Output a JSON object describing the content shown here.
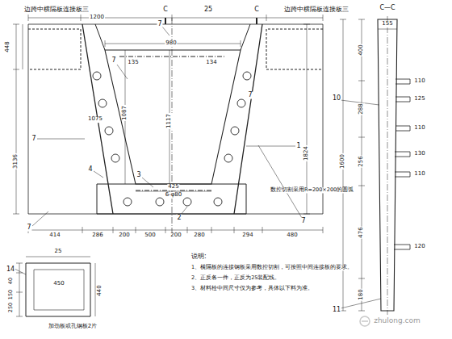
{
  "diagram": {
    "labels": [
      "边跨中横隔板连接板三",
      "边跨中横隔板连接板三",
      "C",
      "25",
      "C",
      "1200",
      "448",
      "980",
      "135",
      "134",
      "1087",
      "1117",
      "1824",
      "3136",
      "1075",
      "425",
      "6-φ80",
      "414",
      "286",
      "200",
      "500",
      "200",
      "280",
      "294",
      "480",
      "7",
      "7",
      "7",
      "7",
      "7",
      "7",
      "1",
      "4",
      "3",
      "2",
      "C—C",
      "155",
      "400",
      "288",
      "256",
      "476",
      "180",
      "1600",
      "110",
      "125",
      "110",
      "130",
      "110",
      "120",
      "10",
      "11",
      "数控切割采用R=200×200的圆弧",
      "14",
      "25",
      "450",
      "440",
      "40",
      "150",
      "250",
      "加劲板或孔钢板2片",
      "说明:",
      "1、横隔板的连接钢板采用数控切割，可按照中间连接板的要求。",
      "2、正反各一件，正反为25装配线。",
      "3、材料栓中间尺寸仅为参考，具体以下料为准。",
      "zhulong.com"
    ]
  }
}
